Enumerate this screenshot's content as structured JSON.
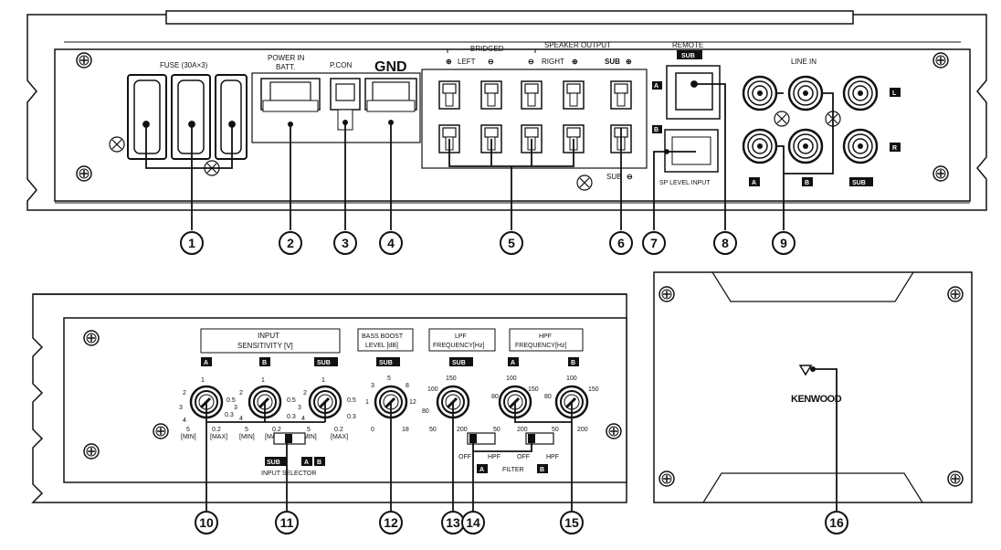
{
  "top_panel": {
    "fuse_label": "FUSE (30A×3)",
    "power_in": "POWER IN",
    "batt": "BATT.",
    "pcon": "P.CON",
    "gnd": "GND",
    "bridged": "BRIDGED",
    "speaker_output": "SPEAKER OUTPUT",
    "left": "LEFT",
    "right": "RIGHT",
    "sub_plus": "SUB",
    "sub_minus": "SUB",
    "remote": "REMOTE",
    "remote_sub": "SUB",
    "sp_level_input": "SP LEVEL INPUT",
    "line_in": "LINE IN",
    "ch_a": "A",
    "ch_b": "B",
    "ch_l": "L",
    "ch_r": "R",
    "ch_sub": "SUB",
    "row_a": "A",
    "row_b": "B"
  },
  "bottom_panel": {
    "input_sensitivity": "INPUT",
    "input_sensitivity_2": "SENSITIVITY [V]",
    "bass_boost": "BASS BOOST",
    "bass_boost_2": "LEVEL [dB]",
    "lpf": "LPF",
    "lpf_2": "FREQUENCY[Hz]",
    "hpf": "HPF",
    "hpf_2": "FREQUENCY[Hz]",
    "tag_a": "A",
    "tag_b": "B",
    "tag_sub": "SUB",
    "sens_1": "1",
    "sens_2": "2",
    "sens_3": "3",
    "sens_4": "4",
    "sens_5": "5",
    "sens_05": "0.5",
    "sens_03": "0.3",
    "sens_02": "0.2",
    "min": "[MIN]",
    "max": "[MAX]",
    "bb_0": "0",
    "bb_3": "3",
    "bb_5": "5",
    "bb_8": "8",
    "bb_12": "12",
    "bb_18": "18",
    "bb_1": "1",
    "f_50": "50",
    "f_80": "80",
    "f_100": "100",
    "f_150": "150",
    "f_200": "200",
    "input_selector": "INPUT SELECTOR",
    "off": "OFF",
    "hpf_sw": "HPF",
    "filter": "FILTER"
  },
  "side_panel": {
    "brand": "KENWOOD"
  },
  "callouts": [
    "1",
    "2",
    "3",
    "4",
    "5",
    "6",
    "7",
    "8",
    "9",
    "10",
    "11",
    "12",
    "13",
    "14",
    "15",
    "16"
  ]
}
